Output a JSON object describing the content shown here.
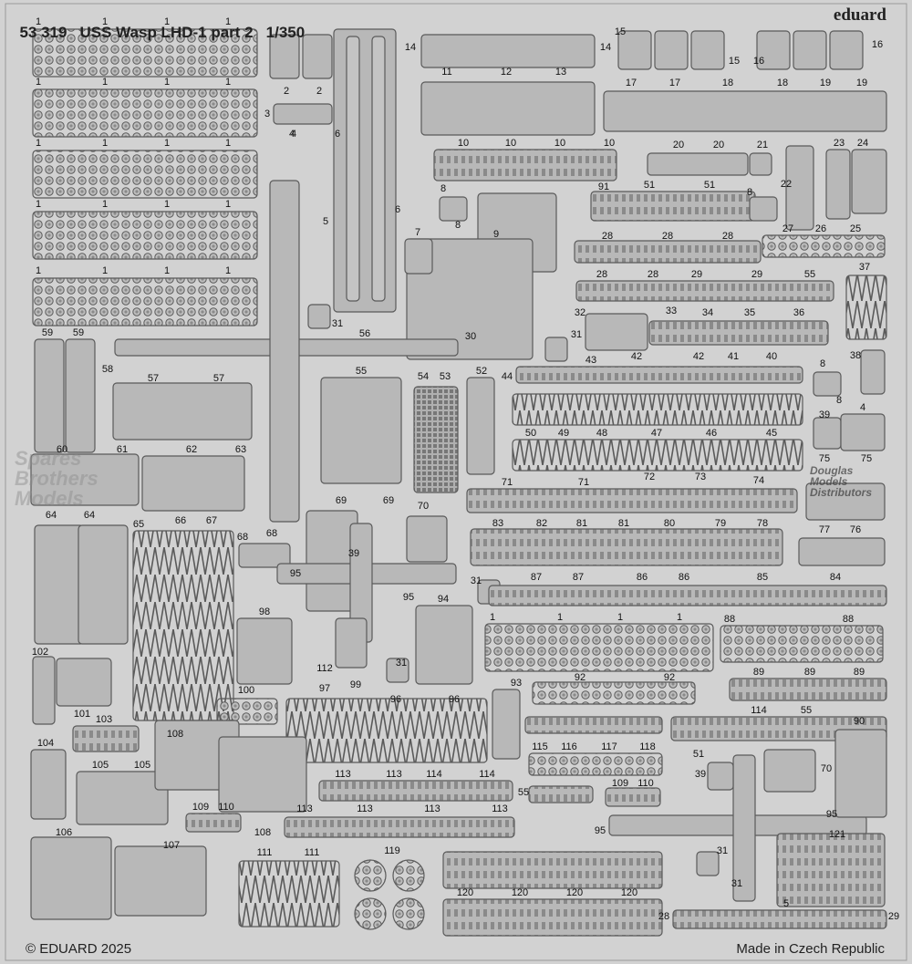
{
  "header": {
    "code": "53 319",
    "title": "USS Wasp LHD-1 part 2",
    "scale": "1/350",
    "brand": "eduard"
  },
  "footer": {
    "copyright": "© EDUARD 2025",
    "origin": "Made in Czech Republic"
  },
  "watermarks": {
    "left": [
      "Spares",
      "Brothers",
      "Models"
    ],
    "right": [
      "Douglas",
      "Models",
      "Distributors"
    ]
  },
  "part_numbers": [
    "1",
    "2",
    "3",
    "4",
    "5",
    "6",
    "7",
    "8",
    "9",
    "10",
    "11",
    "12",
    "13",
    "14",
    "15",
    "16",
    "17",
    "18",
    "19",
    "20",
    "21",
    "22",
    "23",
    "24",
    "25",
    "26",
    "27",
    "28",
    "29",
    "30",
    "31",
    "32",
    "33",
    "34",
    "35",
    "36",
    "37",
    "38",
    "39",
    "40",
    "41",
    "42",
    "43",
    "44",
    "45",
    "46",
    "47",
    "48",
    "49",
    "50",
    "51",
    "52",
    "53",
    "54",
    "55",
    "56",
    "57",
    "58",
    "59",
    "60",
    "61",
    "62",
    "63",
    "64",
    "65",
    "66",
    "67",
    "68",
    "69",
    "70",
    "71",
    "72",
    "73",
    "74",
    "75",
    "76",
    "77",
    "78",
    "79",
    "80",
    "81",
    "82",
    "83",
    "84",
    "85",
    "86",
    "87",
    "88",
    "89",
    "90",
    "91",
    "92",
    "93",
    "94",
    "95",
    "96",
    "97",
    "98",
    "99",
    "100",
    "101",
    "102",
    "103",
    "104",
    "105",
    "106",
    "107",
    "108",
    "109",
    "110",
    "111",
    "112",
    "113",
    "114",
    "115",
    "116",
    "117",
    "118",
    "119",
    "120",
    "121"
  ],
  "colors": {
    "background": "#d2d2d2",
    "part_fill": "#b8b8b8",
    "part_stroke": "#5a5a5a",
    "detail": "#7d7d7d"
  }
}
